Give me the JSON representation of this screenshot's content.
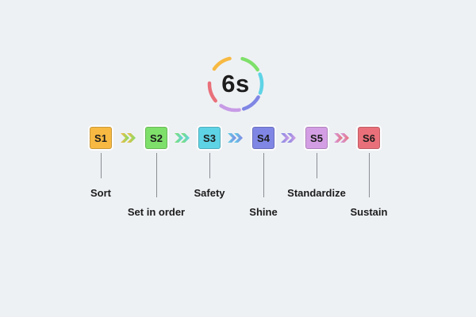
{
  "title": "6s",
  "steps": [
    {
      "code": "S1",
      "label": "Sort",
      "color": "#f7b942"
    },
    {
      "code": "S2",
      "label": "Set in order",
      "color": "#7ee06a"
    },
    {
      "code": "S3",
      "label": "Safety",
      "color": "#5fd3e6"
    },
    {
      "code": "S4",
      "label": "Shine",
      "color": "#7f86e4"
    },
    {
      "code": "S5",
      "label": "Standardize",
      "color": "#d49ee4"
    },
    {
      "code": "S6",
      "label": "Sustain",
      "color": "#e9707a"
    }
  ],
  "ring_colors": [
    "#f7b942",
    "#7ee06a",
    "#5fd3e6",
    "#7f86e4",
    "#c79be6",
    "#e9707a"
  ]
}
